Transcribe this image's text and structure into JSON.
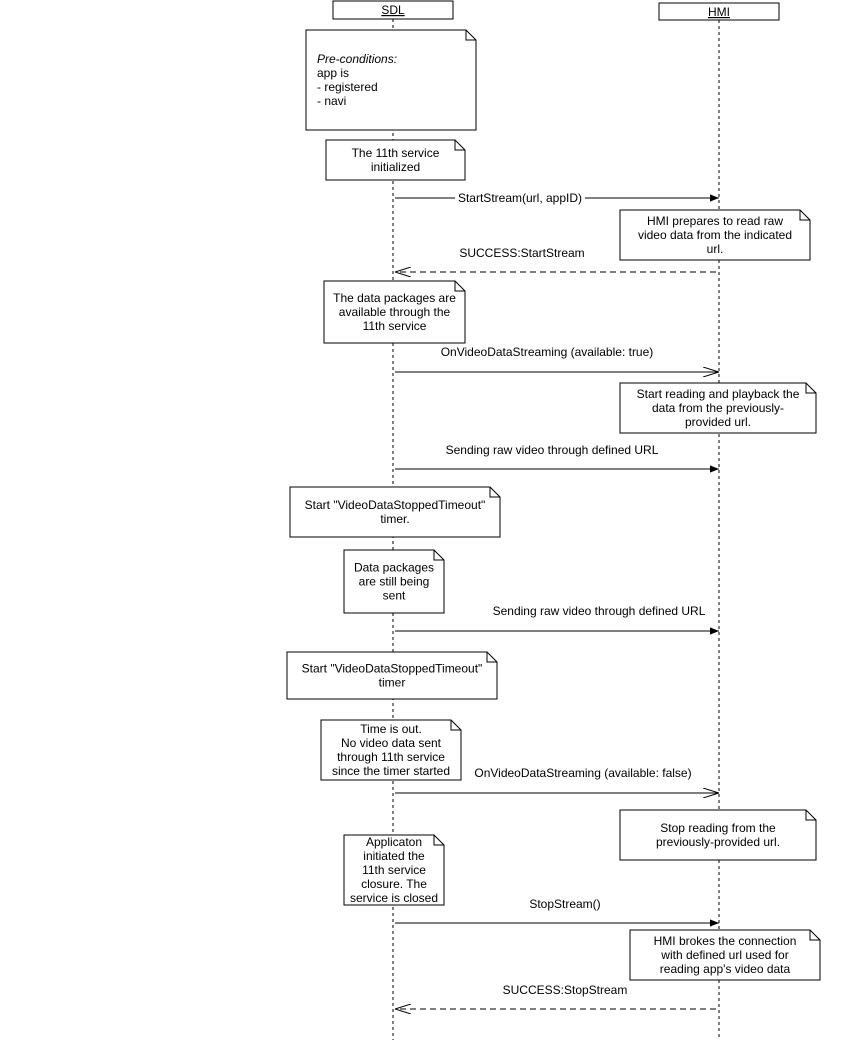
{
  "actors": [
    {
      "id": "sdl",
      "label": "SDL"
    },
    {
      "id": "hmi",
      "label": "HMI"
    }
  ],
  "notes": [
    {
      "id": "pre-conditions",
      "lines": [
        "Pre-conditions:",
        "app is",
        "- registered",
        "- navi"
      ],
      "italic_first": true,
      "align": "left"
    },
    {
      "id": "service-initialized",
      "lines": [
        "The 11th service",
        "initialized"
      ]
    },
    {
      "id": "hmi-prepares",
      "lines": [
        "HMI prepares to read raw",
        "video data from the indicated",
        "url."
      ]
    },
    {
      "id": "packages-available",
      "lines": [
        "The data packages are",
        "available through the",
        "11th service"
      ]
    },
    {
      "id": "start-reading",
      "lines": [
        "Start reading and playback the",
        "data from the previously-",
        "provided url."
      ]
    },
    {
      "id": "start-timer-1",
      "lines": [
        "Start \"VideoDataStoppedTimeout\"",
        "timer."
      ]
    },
    {
      "id": "still-sent",
      "lines": [
        "Data packages",
        "are still being",
        "sent"
      ]
    },
    {
      "id": "start-timer-2",
      "lines": [
        "Start \"VideoDataStoppedTimeout\"",
        "timer"
      ]
    },
    {
      "id": "time-out",
      "lines": [
        "Time is out.",
        "No video data sent",
        "through 11th service",
        "since the timer started"
      ]
    },
    {
      "id": "stop-reading",
      "lines": [
        "Stop reading from the",
        "previously-provided url."
      ]
    },
    {
      "id": "app-closure",
      "lines": [
        "Applicaton",
        "initiated the",
        "11th service",
        "closure. The",
        "service is closed"
      ]
    },
    {
      "id": "hmi-brokes",
      "lines": [
        "HMI brokes the connection",
        "with defined url used for",
        "reading app's video data"
      ]
    }
  ],
  "messages": [
    {
      "id": "start-stream",
      "label": "StartStream(url, appID)",
      "from": "sdl",
      "to": "hmi",
      "style": "sync"
    },
    {
      "id": "success-start-stream",
      "label": "SUCCESS:StartStream",
      "from": "hmi",
      "to": "sdl",
      "style": "return"
    },
    {
      "id": "on-video-true",
      "label": "OnVideoDataStreaming (available: true)",
      "from": "sdl",
      "to": "hmi",
      "style": "async"
    },
    {
      "id": "sending-raw-1",
      "label": "Sending raw video through defined URL",
      "from": "sdl",
      "to": "hmi",
      "style": "sync"
    },
    {
      "id": "sending-raw-2",
      "label": "Sending raw video through defined URL",
      "from": "sdl",
      "to": "hmi",
      "style": "sync"
    },
    {
      "id": "on-video-false",
      "label": "OnVideoDataStreaming (available: false)",
      "from": "sdl",
      "to": "hmi",
      "style": "async"
    },
    {
      "id": "stop-stream",
      "label": "StopStream()",
      "from": "sdl",
      "to": "hmi",
      "style": "sync"
    },
    {
      "id": "success-stop-stream",
      "label": "SUCCESS:StopStream",
      "from": "hmi",
      "to": "sdl",
      "style": "return"
    }
  ]
}
